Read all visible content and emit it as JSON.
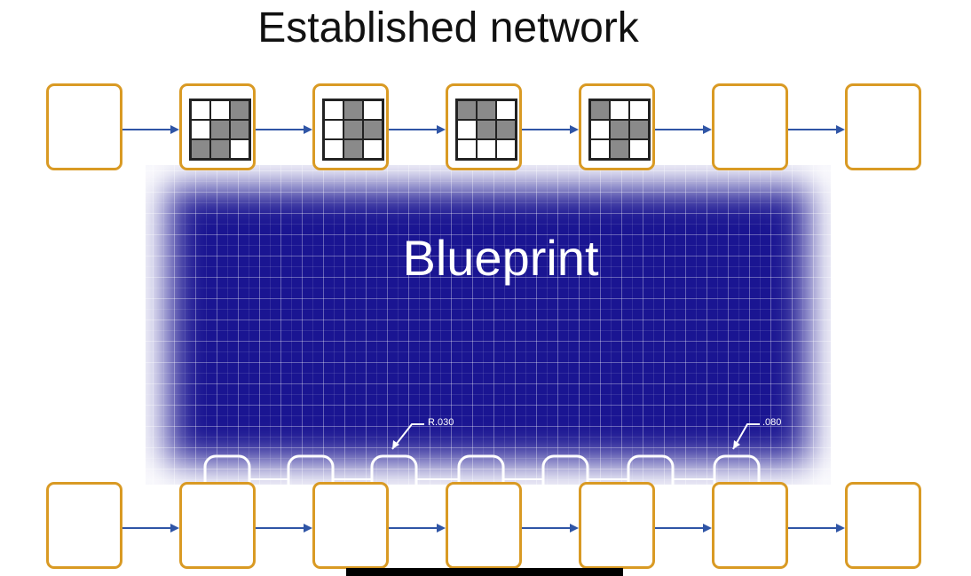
{
  "slide": {
    "title": "Established network",
    "blueprint_label": "Blueprint",
    "annotations": [
      ".080",
      "R.030"
    ]
  },
  "colors": {
    "node_border": "#d99a24",
    "arrow": "#2f55a6",
    "blueprint_bg": "#1a1592",
    "pattern_fill": "#8a8a8a"
  },
  "top_row": [
    {
      "pattern": null
    },
    {
      "pattern": [
        0,
        0,
        1,
        0,
        1,
        1,
        1,
        1,
        0
      ]
    },
    {
      "pattern": [
        0,
        1,
        0,
        0,
        1,
        1,
        0,
        1,
        0
      ]
    },
    {
      "pattern": [
        1,
        1,
        0,
        0,
        1,
        1,
        0,
        0,
        0
      ]
    },
    {
      "pattern": [
        1,
        0,
        0,
        0,
        1,
        1,
        0,
        1,
        0
      ]
    },
    {
      "pattern": null
    },
    {
      "pattern": null
    }
  ],
  "bottom_row_count": 7,
  "blueprint_sketch_count": 7
}
